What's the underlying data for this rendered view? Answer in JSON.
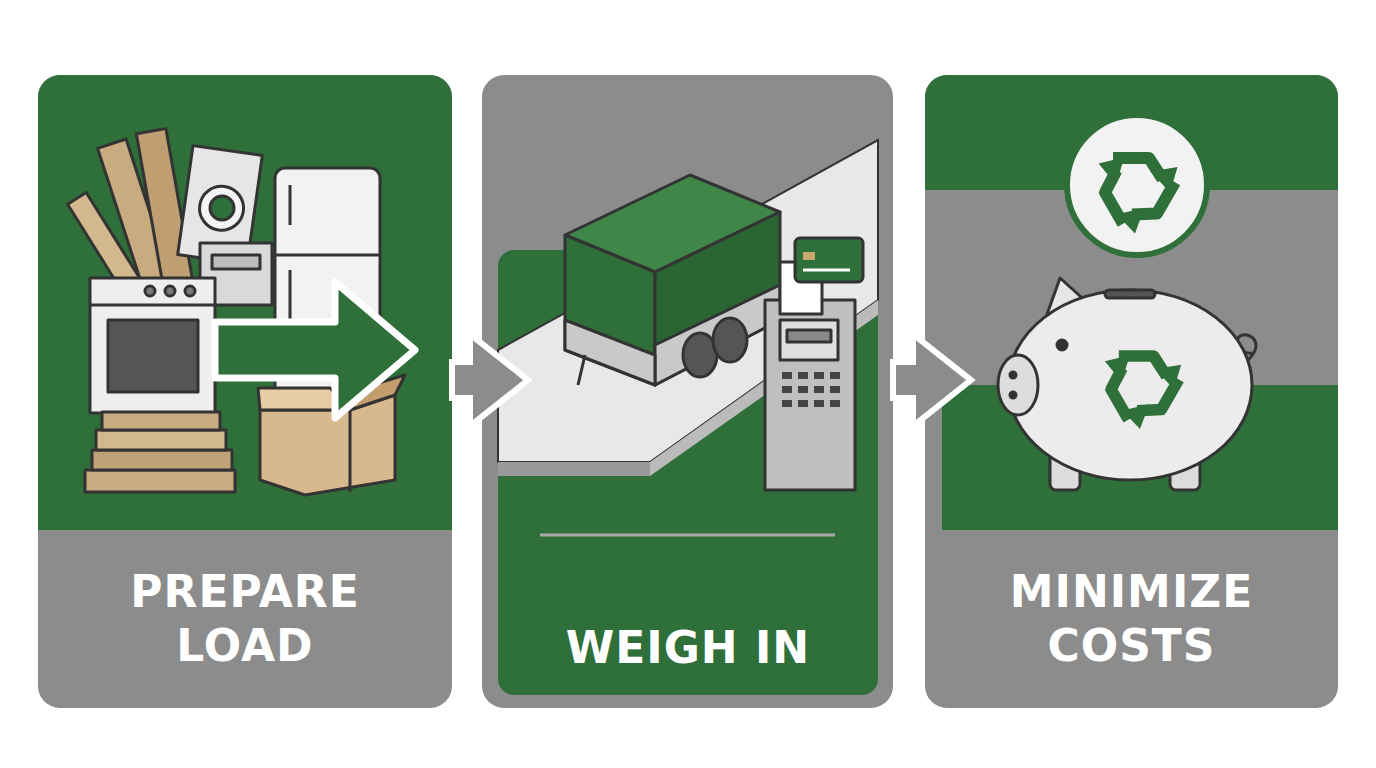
{
  "diagram": {
    "nodes": [
      {
        "text": [
          "PREPARE LOAD"
        ]
      },
      {
        "text": [
          "WEIGH IN"
        ]
      },
      {
        "text": [
          "MINIMIZE COSTS"
        ]
      }
    ],
    "edges": [
      {
        "from": 0,
        "to": 1,
        "arrow": "to"
      },
      {
        "from": 1,
        "to": 2,
        "arrow": "to"
      }
    ]
  }
}
